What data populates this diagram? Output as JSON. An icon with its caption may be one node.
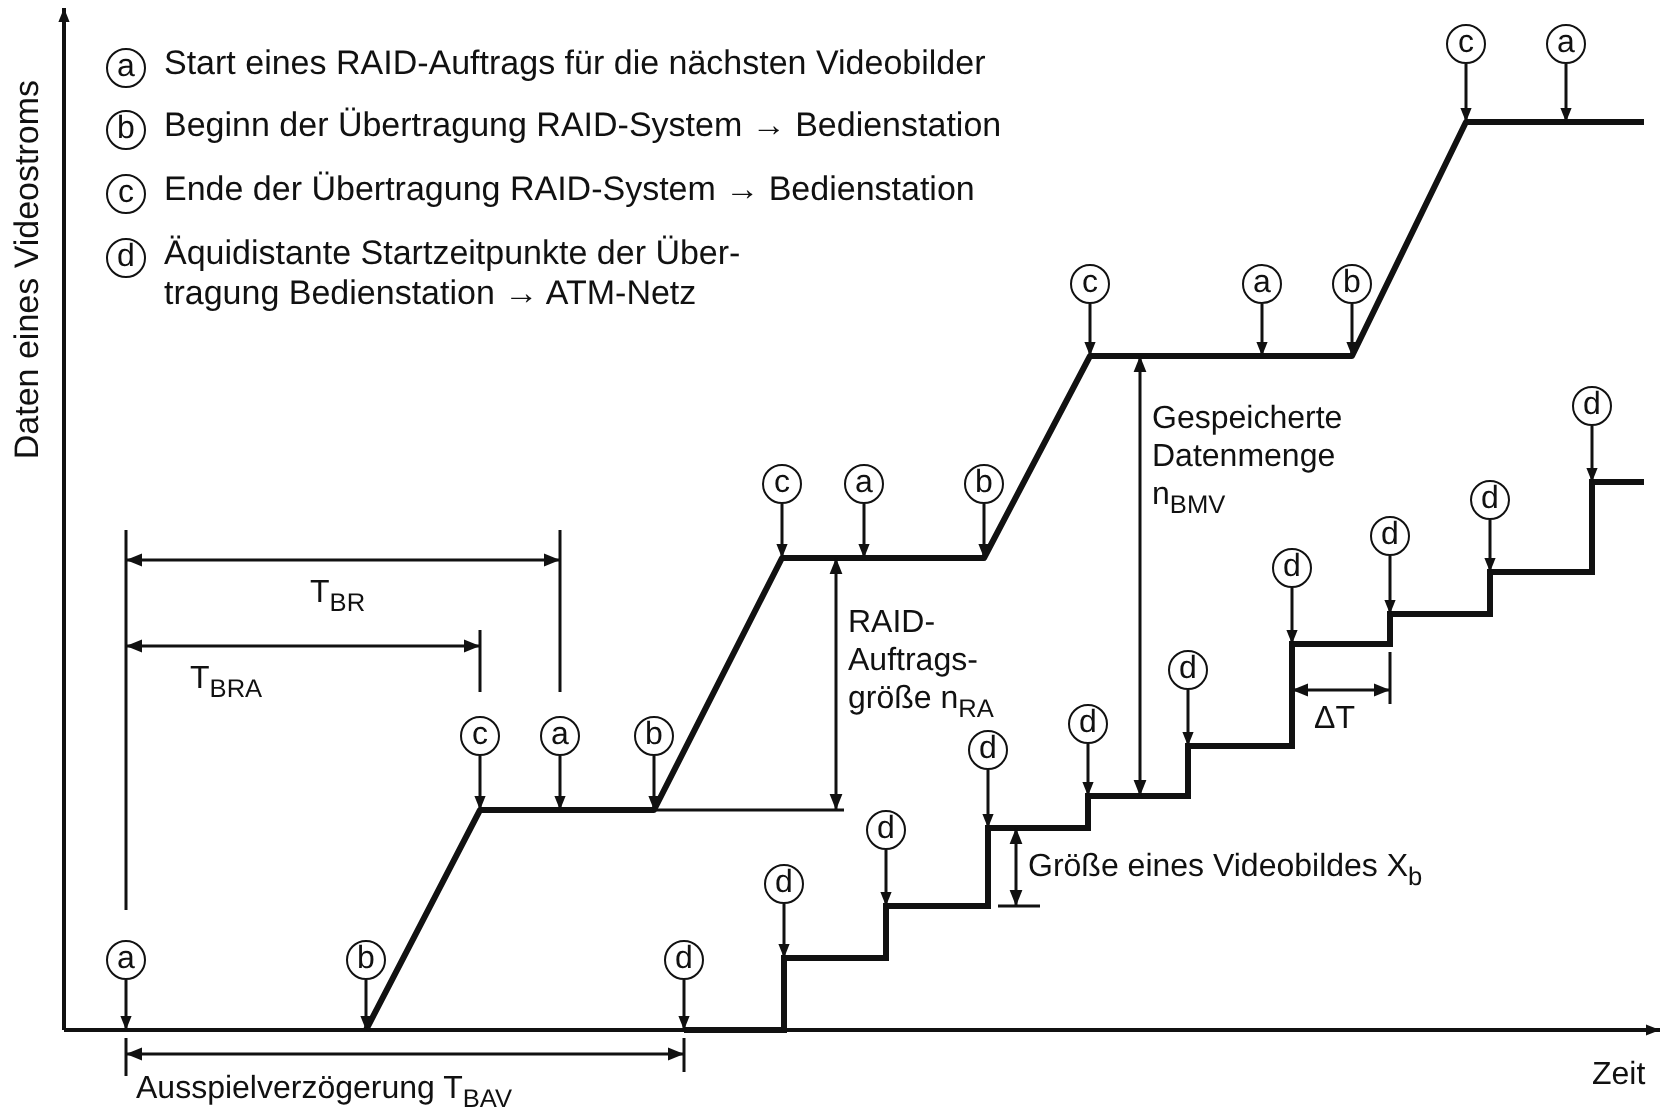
{
  "diagram": {
    "nodes": [
      {
        "text": [
          "c"
        ]
      },
      {
        "text": [
          "a"
        ]
      },
      {
        "text": [
          "c"
        ]
      },
      {
        "text": [
          "a"
        ]
      },
      {
        "text": [
          "b"
        ]
      },
      {
        "text": [
          "d"
        ]
      },
      {
        "text": [
          "c"
        ]
      },
      {
        "text": [
          "a"
        ]
      },
      {
        "text": [
          "b"
        ]
      },
      {
        "text": [
          "d"
        ]
      },
      {
        "text": [
          "d"
        ]
      },
      {
        "text": [
          "d"
        ]
      },
      {
        "text": [
          "d"
        ]
      },
      {
        "text": [
          "c"
        ]
      },
      {
        "text": [
          "a"
        ]
      },
      {
        "text": [
          "b"
        ]
      },
      {
        "text": [
          "d"
        ]
      },
      {
        "text": [
          "d"
        ]
      },
      {
        "text": [
          "d"
        ]
      },
      {
        "text": [
          "d"
        ]
      },
      {
        "text": [
          "a"
        ]
      },
      {
        "text": [
          "b"
        ]
      },
      {
        "text": [
          "d"
        ]
      }
    ],
    "edges": [
      {
        "from": 0,
        "to": null,
        "arrow": "to"
      },
      {
        "from": 1,
        "to": null,
        "arrow": "to"
      },
      {
        "from": 2,
        "to": null,
        "arrow": "to"
      },
      {
        "from": 3,
        "to": null,
        "arrow": "to"
      },
      {
        "from": 4,
        "to": null,
        "arrow": "to"
      },
      {
        "from": 5,
        "to": null,
        "arrow": "to"
      },
      {
        "from": 6,
        "to": null,
        "arrow": "to"
      },
      {
        "from": 7,
        "to": null,
        "arrow": "to"
      },
      {
        "from": 8,
        "to": null,
        "arrow": "to"
      },
      {
        "from": 9,
        "to": null,
        "arrow": "to"
      },
      {
        "from": 10,
        "to": null,
        "arrow": "to"
      },
      {
        "from": 11,
        "to": null,
        "arrow": "to"
      },
      {
        "from": 12,
        "to": null,
        "arrow": "to"
      },
      {
        "from": 13,
        "to": null,
        "arrow": "to"
      },
      {
        "from": 14,
        "to": null,
        "arrow": "to"
      },
      {
        "from": 15,
        "to": null,
        "arrow": "to"
      },
      {
        "from": 16,
        "to": null,
        "arrow": "to"
      },
      {
        "from": 17,
        "to": null,
        "arrow": "to"
      },
      {
        "from": 18,
        "to": null,
        "arrow": "to"
      },
      {
        "from": 19,
        "to": null,
        "arrow": "to"
      },
      {
        "from": 20,
        "to": null,
        "arrow": "to"
      },
      {
        "from": 21,
        "to": null,
        "arrow": "to"
      },
      {
        "from": 22,
        "to": null,
        "arrow": "to"
      }
    ],
    "labels": [
      "Daten eines Videostroms",
      "a",
      "Start eines RAID-Auftrags für die nächsten Videobilder",
      "b",
      "Beginn der Übertragung RAID-System → Bedienstation",
      "c",
      "Ende der Übertragung RAID-System → Bedienstation",
      "d",
      "Äquidistante Startzeitpunkte der Über- tragung Bedienstation → ATM-Netz",
      "Gespeicherte Datenmenge n$_{BMV}$",
      "T$_{BR}$",
      "RAID- Auftrags- größe n$_{RA}$",
      "T$_{BRA}$",
      "ΔT",
      "Größe eines Videobildes X$_{b}$",
      "Zeit",
      "Ausspielverzögerung T$_{BAV}$"
    ]
  }
}
